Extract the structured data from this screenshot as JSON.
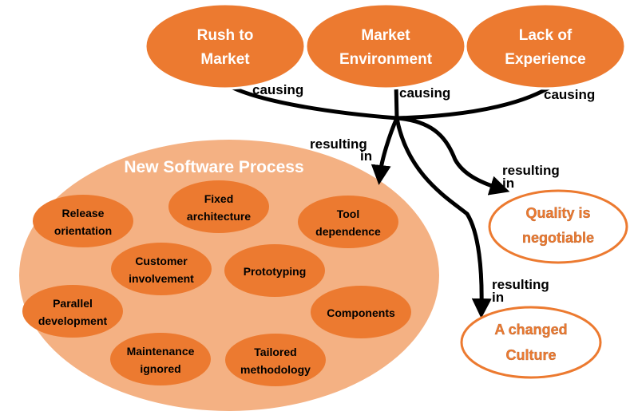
{
  "causes": [
    {
      "lines": [
        "Rush to",
        "Market"
      ]
    },
    {
      "lines": [
        "Market",
        "Environment"
      ]
    },
    {
      "lines": [
        "Lack of",
        "Experience"
      ]
    }
  ],
  "edge_labels": {
    "causing": [
      "causing",
      "causing",
      "causing"
    ],
    "resulting_in": [
      "resulting in",
      "resulting in",
      "resulting in"
    ]
  },
  "process": {
    "title": "New Software Process",
    "items": [
      {
        "lines": [
          "Release",
          "orientation"
        ]
      },
      {
        "lines": [
          "Fixed",
          "architecture"
        ]
      },
      {
        "lines": [
          "Tool",
          "dependence"
        ]
      },
      {
        "lines": [
          "Customer",
          "involvement"
        ]
      },
      {
        "lines": [
          "Prototyping"
        ]
      },
      {
        "lines": [
          "Parallel",
          "development"
        ]
      },
      {
        "lines": [
          "Components"
        ]
      },
      {
        "lines": [
          "Maintenance",
          "ignored"
        ]
      },
      {
        "lines": [
          "Tailored",
          "methodology"
        ]
      }
    ]
  },
  "outcomes": [
    {
      "lines": [
        "Quality is",
        "negotiable"
      ]
    },
    {
      "lines": [
        "A changed",
        "Culture"
      ]
    }
  ],
  "colors": {
    "cause_fill": "#ec7a30",
    "cause_stroke": "#ffffff",
    "process_fill": "#f4b183",
    "item_fill": "#ec7a30",
    "outcome_stroke": "#ec7a30",
    "connector": "#000000"
  }
}
